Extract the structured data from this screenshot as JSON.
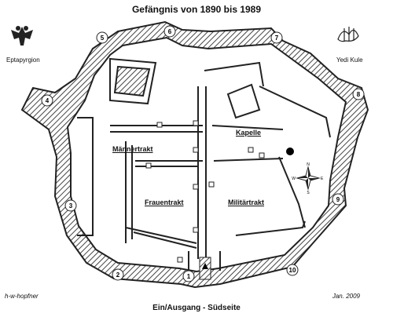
{
  "title": "Gefängnis von 1890 bis 1989",
  "footer": "Ein/Ausgang - Südseite",
  "author": "h-w-hopfner",
  "date": "Jan. 2009",
  "emblems": {
    "left": "Eptapyrgion",
    "right": "Yedi Kule"
  },
  "areas": {
    "maenner": "Männertrakt",
    "frauen": "Frauentrakt",
    "militaer": "Militärtrakt",
    "kapelle": "Kapelle"
  },
  "towers": [
    "1",
    "2",
    "3",
    "4",
    "5",
    "6",
    "7",
    "8",
    "9",
    "10"
  ],
  "compass": {
    "n": "N",
    "e": "E",
    "s": "S",
    "w": "W"
  },
  "colors": {
    "wall": "#333333",
    "hatch": "#555555",
    "marker": "#000000"
  }
}
